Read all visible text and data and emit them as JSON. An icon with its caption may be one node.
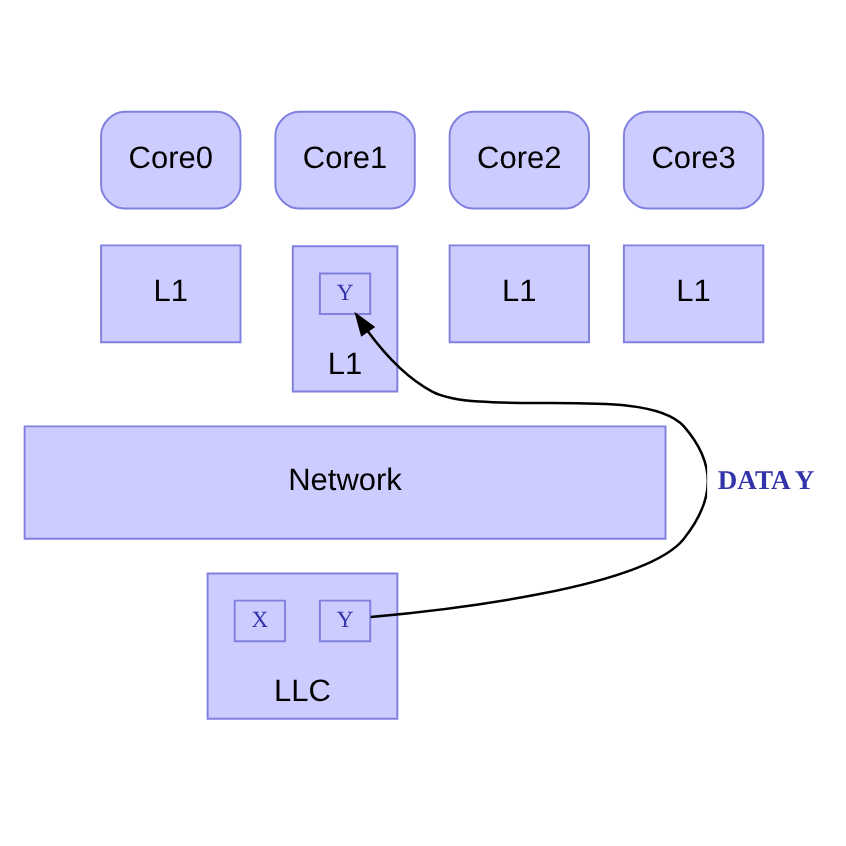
{
  "diagram": {
    "nodes": [
      {
        "text": [
          "Core0"
        ]
      },
      {
        "text": [
          "Core1"
        ]
      },
      {
        "text": [
          "Core2"
        ]
      },
      {
        "text": [
          "Core3"
        ]
      },
      {
        "text": [
          "L1"
        ]
      },
      {
        "text": [
          "L1"
        ]
      },
      {
        "text": [
          "Y"
        ],
        "in": 5
      },
      {
        "text": [
          "L1"
        ]
      },
      {
        "text": [
          "L1"
        ]
      },
      {
        "text": [
          "Network"
        ]
      },
      {
        "text": [
          "LLC"
        ]
      },
      {
        "text": [
          "X"
        ],
        "in": 10
      },
      {
        "text": [
          "Y"
        ],
        "in": 10
      }
    ],
    "edges": [
      {
        "from": 12,
        "to": 6,
        "arrow": "to",
        "label": "DATA Y"
      }
    ]
  }
}
